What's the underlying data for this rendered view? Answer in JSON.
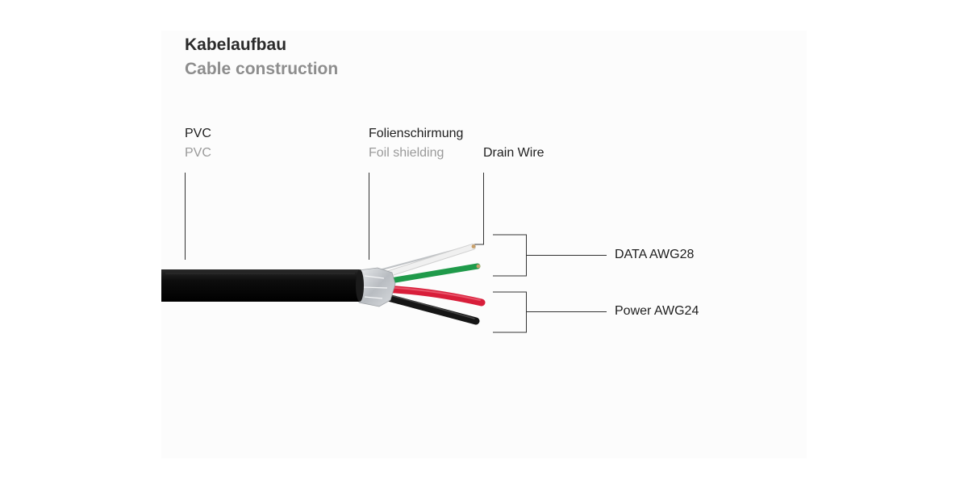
{
  "header": {
    "title_de": "Kabelaufbau",
    "title_en": "Cable construction"
  },
  "labels": {
    "jacket_de": "PVC",
    "jacket_en": "PVC",
    "shield_de": "Folienschirmung",
    "shield_en": "Foil shielding",
    "drain": "Drain Wire",
    "data_pair": "DATA AWG28",
    "power_pair": "Power AWG24"
  },
  "colors": {
    "jacket": "#0d0d0d",
    "foil": "#c9ccd0",
    "wire_white": "#e9e9e9",
    "wire_green": "#1f9a4a",
    "wire_red": "#d81e3a",
    "wire_black": "#151515",
    "leader": "#333333"
  }
}
